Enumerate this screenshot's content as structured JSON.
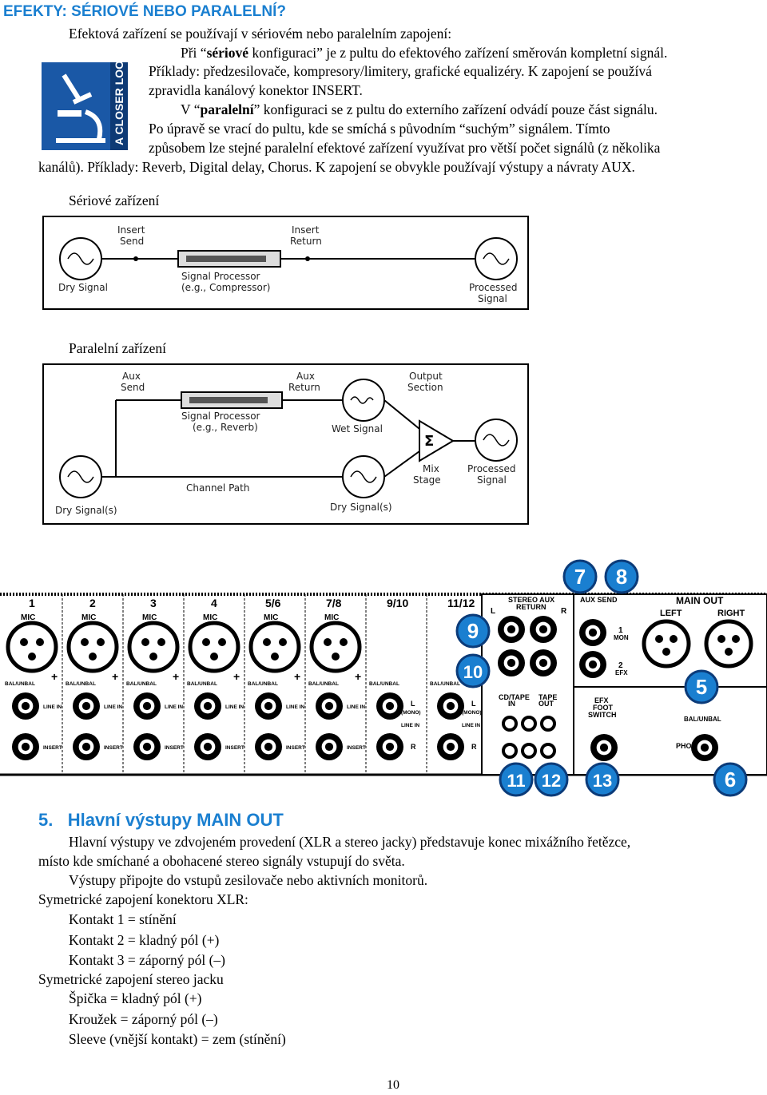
{
  "title": "EFEKTY: SÉRIOVÉ NEBO PARALELNÍ?",
  "intro": {
    "l1": "Efektová zařízení se používají v sériovém nebo paralelním zapojení:",
    "l2_pre": "Při “",
    "l2_bold": "sériové",
    "l2_post": " konfiguraci” je z pultu do efektového zařízení směrován kompletní signál.",
    "l3": "Příklady: předzesilovače, kompresory/limitery, grafické equalizéry. K zapojení se používá",
    "l4": "zpravidla kanálový konektor INSERT.",
    "l5_pre": "V “",
    "l5_bold": "paralelní",
    "l5_post": "” konfiguraci se z pultu do externího zařízení odvádí pouze část signálu.",
    "l6": "Po úpravě se vrací do pultu, kde se smíchá s původním “suchým” signálem. Tímto",
    "l7": "způsobem lze stejné paralelní efektové zařízení využívat pro větší počet signálů (z několika",
    "l8": "kanálů). Příklady: Reverb, Digital delay, Chorus. K zapojení se obvykle používají výstupy a návraty AUX."
  },
  "closer_look_badge": "A CLOSER LOOK",
  "serial": {
    "caption": "Sériové zařízení",
    "labels": {
      "insert_send_1": "Insert",
      "insert_send_2": "Send",
      "insert_return_1": "Insert",
      "insert_return_2": "Return",
      "dry": "Dry Signal",
      "proc_1": "Signal Processor",
      "proc_2": "(e.g., Compressor)",
      "out_1": "Processed",
      "out_2": "Signal"
    }
  },
  "parallel": {
    "caption": "Paralelní zařízení",
    "labels": {
      "aux_send_1": "Aux",
      "aux_send_2": "Send",
      "aux_return_1": "Aux",
      "aux_return_2": "Return",
      "output_1": "Output",
      "output_2": "Section",
      "proc_1": "Signal Processor",
      "proc_2": "(e.g., Reverb)",
      "wet": "Wet Signal",
      "channel_path": "Channel Path",
      "mix_1": "Mix",
      "mix_2": "Stage",
      "out_1": "Processed",
      "out_2": "Signal",
      "dry_l": "Dry Signal(s)",
      "dry_r": "Dry Signal(s)",
      "sigma": "Σ"
    }
  },
  "panel": {
    "channels": [
      "1",
      "2",
      "3",
      "4",
      "5/6",
      "7/8",
      "9/10",
      "11/12"
    ],
    "mic": "MIC",
    "balunbal": "BAL/UNBAL",
    "line_in": "LINE IN",
    "insert": "INSERT",
    "l": "L",
    "r": "R",
    "mono": "(MONO)",
    "stereo_aux_return_1": "STEREO AUX",
    "stereo_aux_return_2": "RETURN",
    "aux_send": "AUX SEND",
    "main_out": "MAIN OUT",
    "left": "LEFT",
    "right": "RIGHT",
    "mon": "MON",
    "efx": "EFX",
    "cd_tape_1": "CD/TAPE",
    "cd_tape_2": "IN",
    "tape_out_1": "TAPE",
    "tape_out_2": "OUT",
    "efx_foot_1": "EFX",
    "efx_foot_2": "FOOT",
    "efx_foot_3": "SWITCH",
    "phones": "PHONES",
    "one": "1",
    "two": "2",
    "callouts": [
      "7",
      "8",
      "9",
      "10",
      "5",
      "11",
      "12",
      "13",
      "6"
    ]
  },
  "section5": {
    "num": "5.",
    "heading": "Hlavní výstupy MAIN OUT",
    "lines": [
      "Hlavní výstupy ve zdvojeném provedení (XLR a stereo jacky) představuje konec mixážního řetězce,",
      "místo kde smíchané a obohacené stereo signály vstupují do světa.",
      "Výstupy připojte do vstupů zesilovače nebo aktivních monitorů.",
      "Symetrické zapojení konektoru XLR:",
      "Kontakt 1 = stínění",
      "Kontakt 2 = kladný pól (+)",
      "Kontakt 3 = záporný pól (–)",
      "Symetrické zapojení stereo jacku",
      "Špička = kladný pól (+)",
      "Kroužek = záporný pól (–)",
      "Sleeve (vnější kontakt) = zem (stínění)"
    ]
  },
  "page_number": "10"
}
